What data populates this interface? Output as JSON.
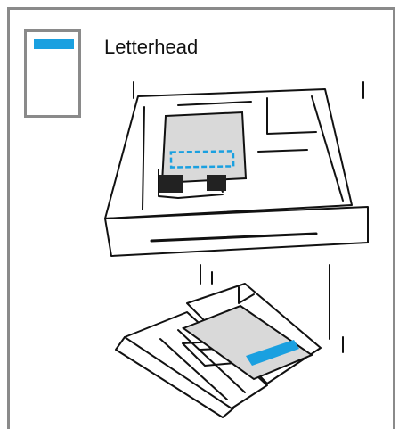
{
  "header": {
    "label": "Letterhead",
    "accent_color": "#1aa0e0"
  },
  "icons": {
    "paper": "letterhead-paper-icon",
    "drawer_tray": "paper-drawer-illustration",
    "bypass_tray": "bypass-tray-illustration"
  }
}
